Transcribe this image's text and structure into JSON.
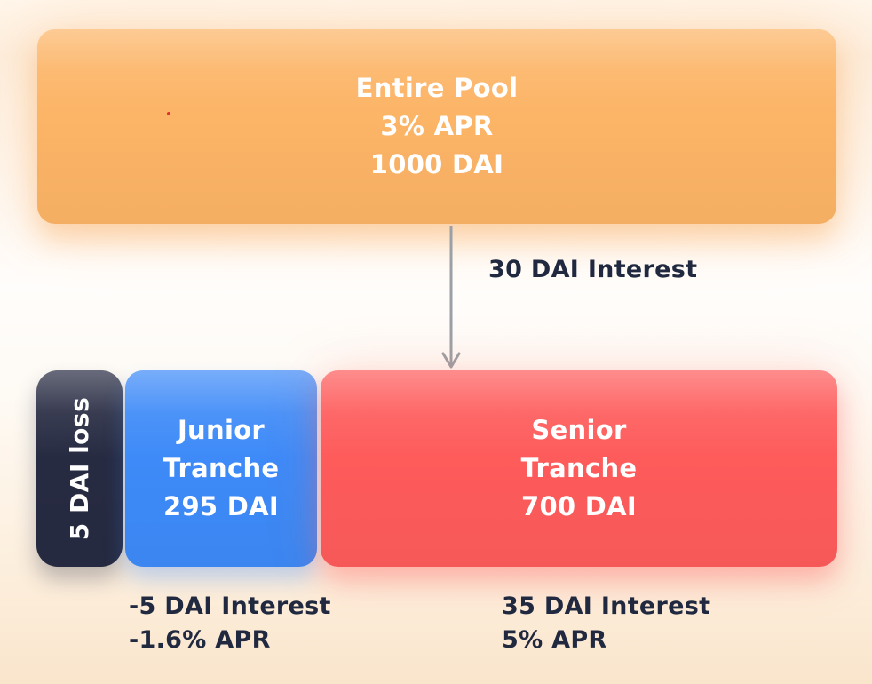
{
  "diagram": {
    "pool": {
      "title": "Entire Pool",
      "apr": "3% APR",
      "amount": "1000 DAI"
    },
    "flow": {
      "label": "30 DAI Interest"
    },
    "loss": {
      "label": "5 DAI loss"
    },
    "junior": {
      "title": "Junior",
      "subtitle": "Tranche",
      "amount": "295 DAI",
      "interest": "-5 DAI Interest",
      "apr": "-1.6% APR"
    },
    "senior": {
      "title": "Senior",
      "subtitle": "Tranche",
      "amount": "700 DAI",
      "interest": "35 DAI Interest",
      "apr": "5% APR"
    },
    "colors": {
      "pool_orange": "#fcb466",
      "junior_blue": "#3d8af8",
      "senior_red": "#fe5b5b",
      "loss_navy": "#272b42",
      "label_text": "#20293f",
      "arrow_gray": "#9aa0a5"
    }
  }
}
